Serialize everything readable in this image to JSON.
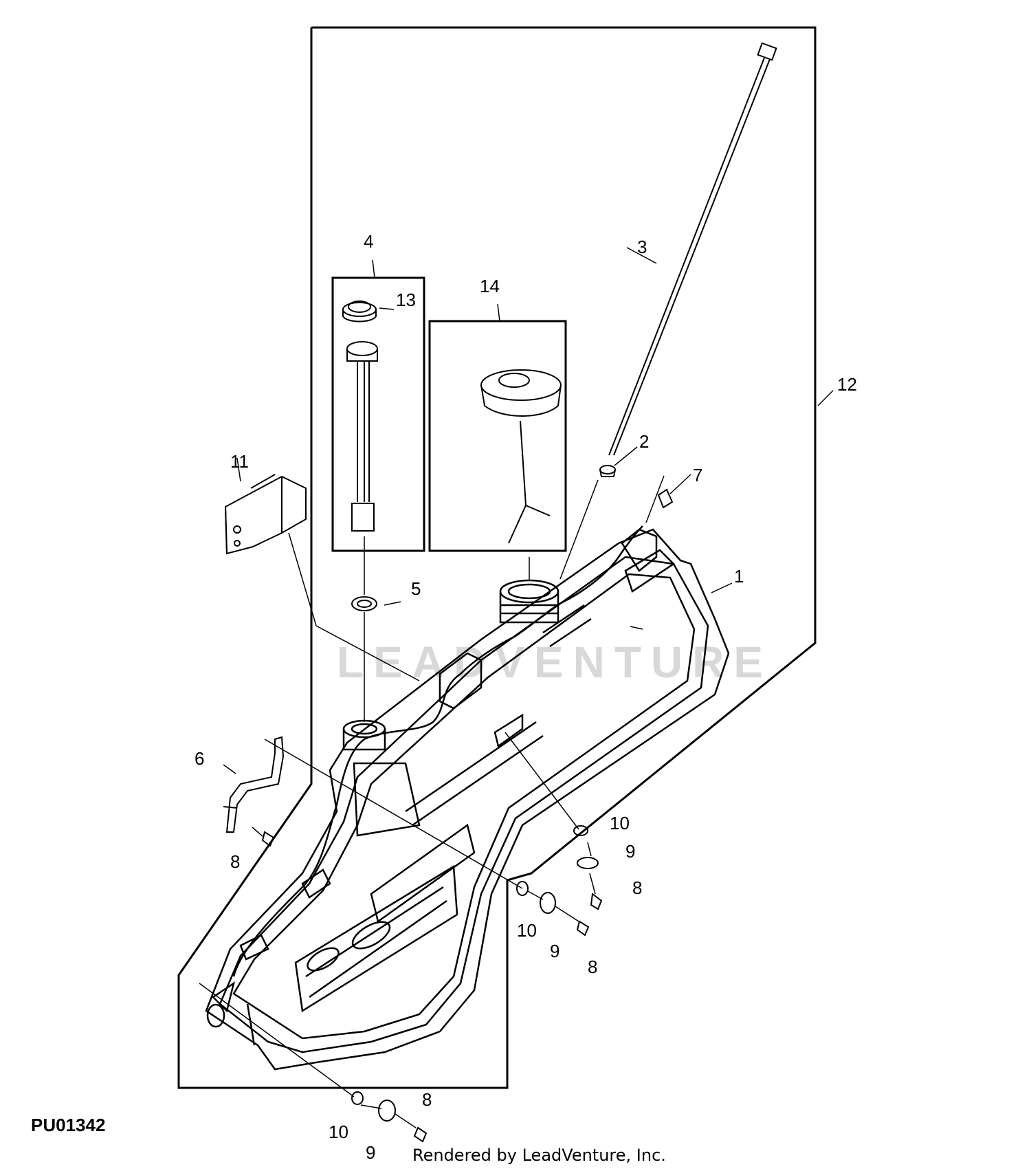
{
  "diagram": {
    "figure_id": "PU01342",
    "credit": "Rendered by LeadVenture, Inc.",
    "watermark": "LEADVENTURE",
    "callouts": [
      "1",
      "2",
      "3",
      "4",
      "5",
      "6",
      "7",
      "8",
      "8",
      "8",
      "8",
      "9",
      "9",
      "9",
      "10",
      "10",
      "10",
      "11",
      "12",
      "13",
      "14"
    ]
  }
}
